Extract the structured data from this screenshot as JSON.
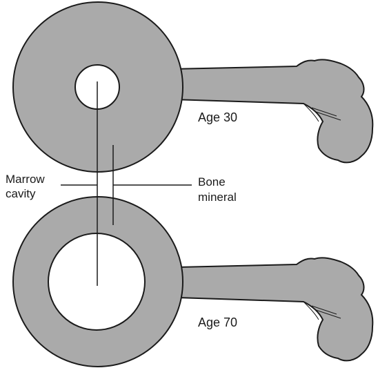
{
  "figure": {
    "labels": {
      "age_30": "Age 30",
      "age_70": "Age 70",
      "marrow_line1": "Marrow",
      "marrow_line2": "cavity",
      "bone_line1": "Bone",
      "bone_line2": "mineral"
    },
    "colors": {
      "bone_fill": "#aaaaaa",
      "outline": "#1a1a1a",
      "background": "#ffffff"
    }
  }
}
